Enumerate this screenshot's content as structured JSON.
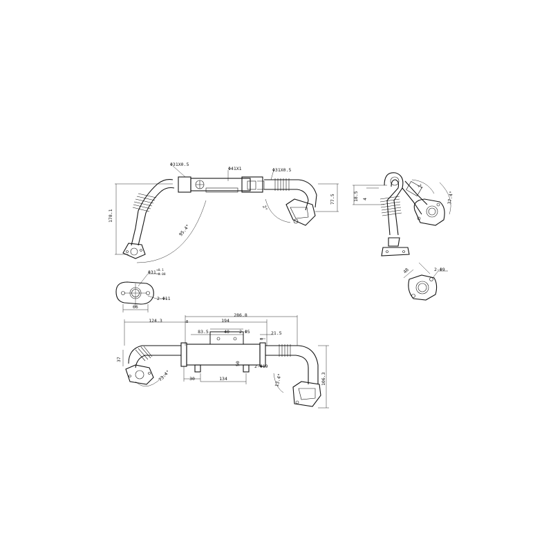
{
  "dimensions": {
    "top_left_tube": "Φ31X0.5",
    "top_center_body": "Φ41X1",
    "top_right_tube": "Φ31X0.5",
    "top_height": "178.1",
    "top_angle_left": "95.4°",
    "top_angle_right": "2°",
    "top_right_height": "77.5",
    "side_height": "18.5",
    "side_offset": "4",
    "side_angle_small": "2°",
    "side_angle_large": "37.4°",
    "flange_left_bore": "Φ31",
    "flange_left_tol_top": "+0.1",
    "flange_left_tol_bottom": "-0.08",
    "flange_left_width": "66",
    "flange_left_holes": "2-Φ11",
    "flange_right_holes": "2-Φ9",
    "flange_right_spacing": "48",
    "bottom_left_offset": "124.3",
    "bottom_mark_a": "8",
    "bottom_body": "194",
    "bottom_overall": "286.8",
    "bottom_pitch": "83.5",
    "bottom_bracket": "40",
    "bottom_bracket_holes": "2-Φ5",
    "bottom_right_8": "8",
    "bottom_right_offset": "21.5",
    "bottom_left_height": "37",
    "bottom_left_angle": "73.4°",
    "bottom_port_height": "50",
    "bottom_ports": "2-Φ19",
    "bottom_port_left": "30",
    "bottom_port_span": "134",
    "bottom_right_angle": "13.4°",
    "bottom_right_height": "106.3"
  }
}
